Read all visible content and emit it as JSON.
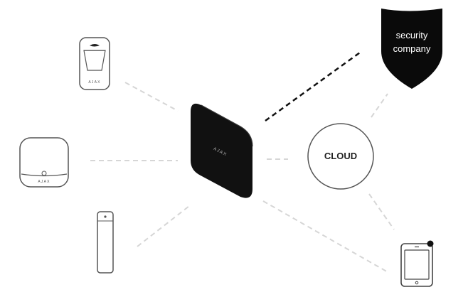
{
  "security_company": {
    "line1": "security",
    "line2": "company"
  },
  "cloud": {
    "label": "CLOUD"
  },
  "brand": {
    "name": "AJAX"
  },
  "colors": {
    "hub": "#111111",
    "shield": "#0a0a0a",
    "connector": "#d6d6d6",
    "secure_link": "#111111",
    "device_outline": "#555555",
    "background": "#ffffff"
  },
  "icons": [
    "motion-detector-icon",
    "siren-icon",
    "door-sensor-icon",
    "hub-icon",
    "shield-icon",
    "cloud-icon",
    "tablet-icon"
  ]
}
